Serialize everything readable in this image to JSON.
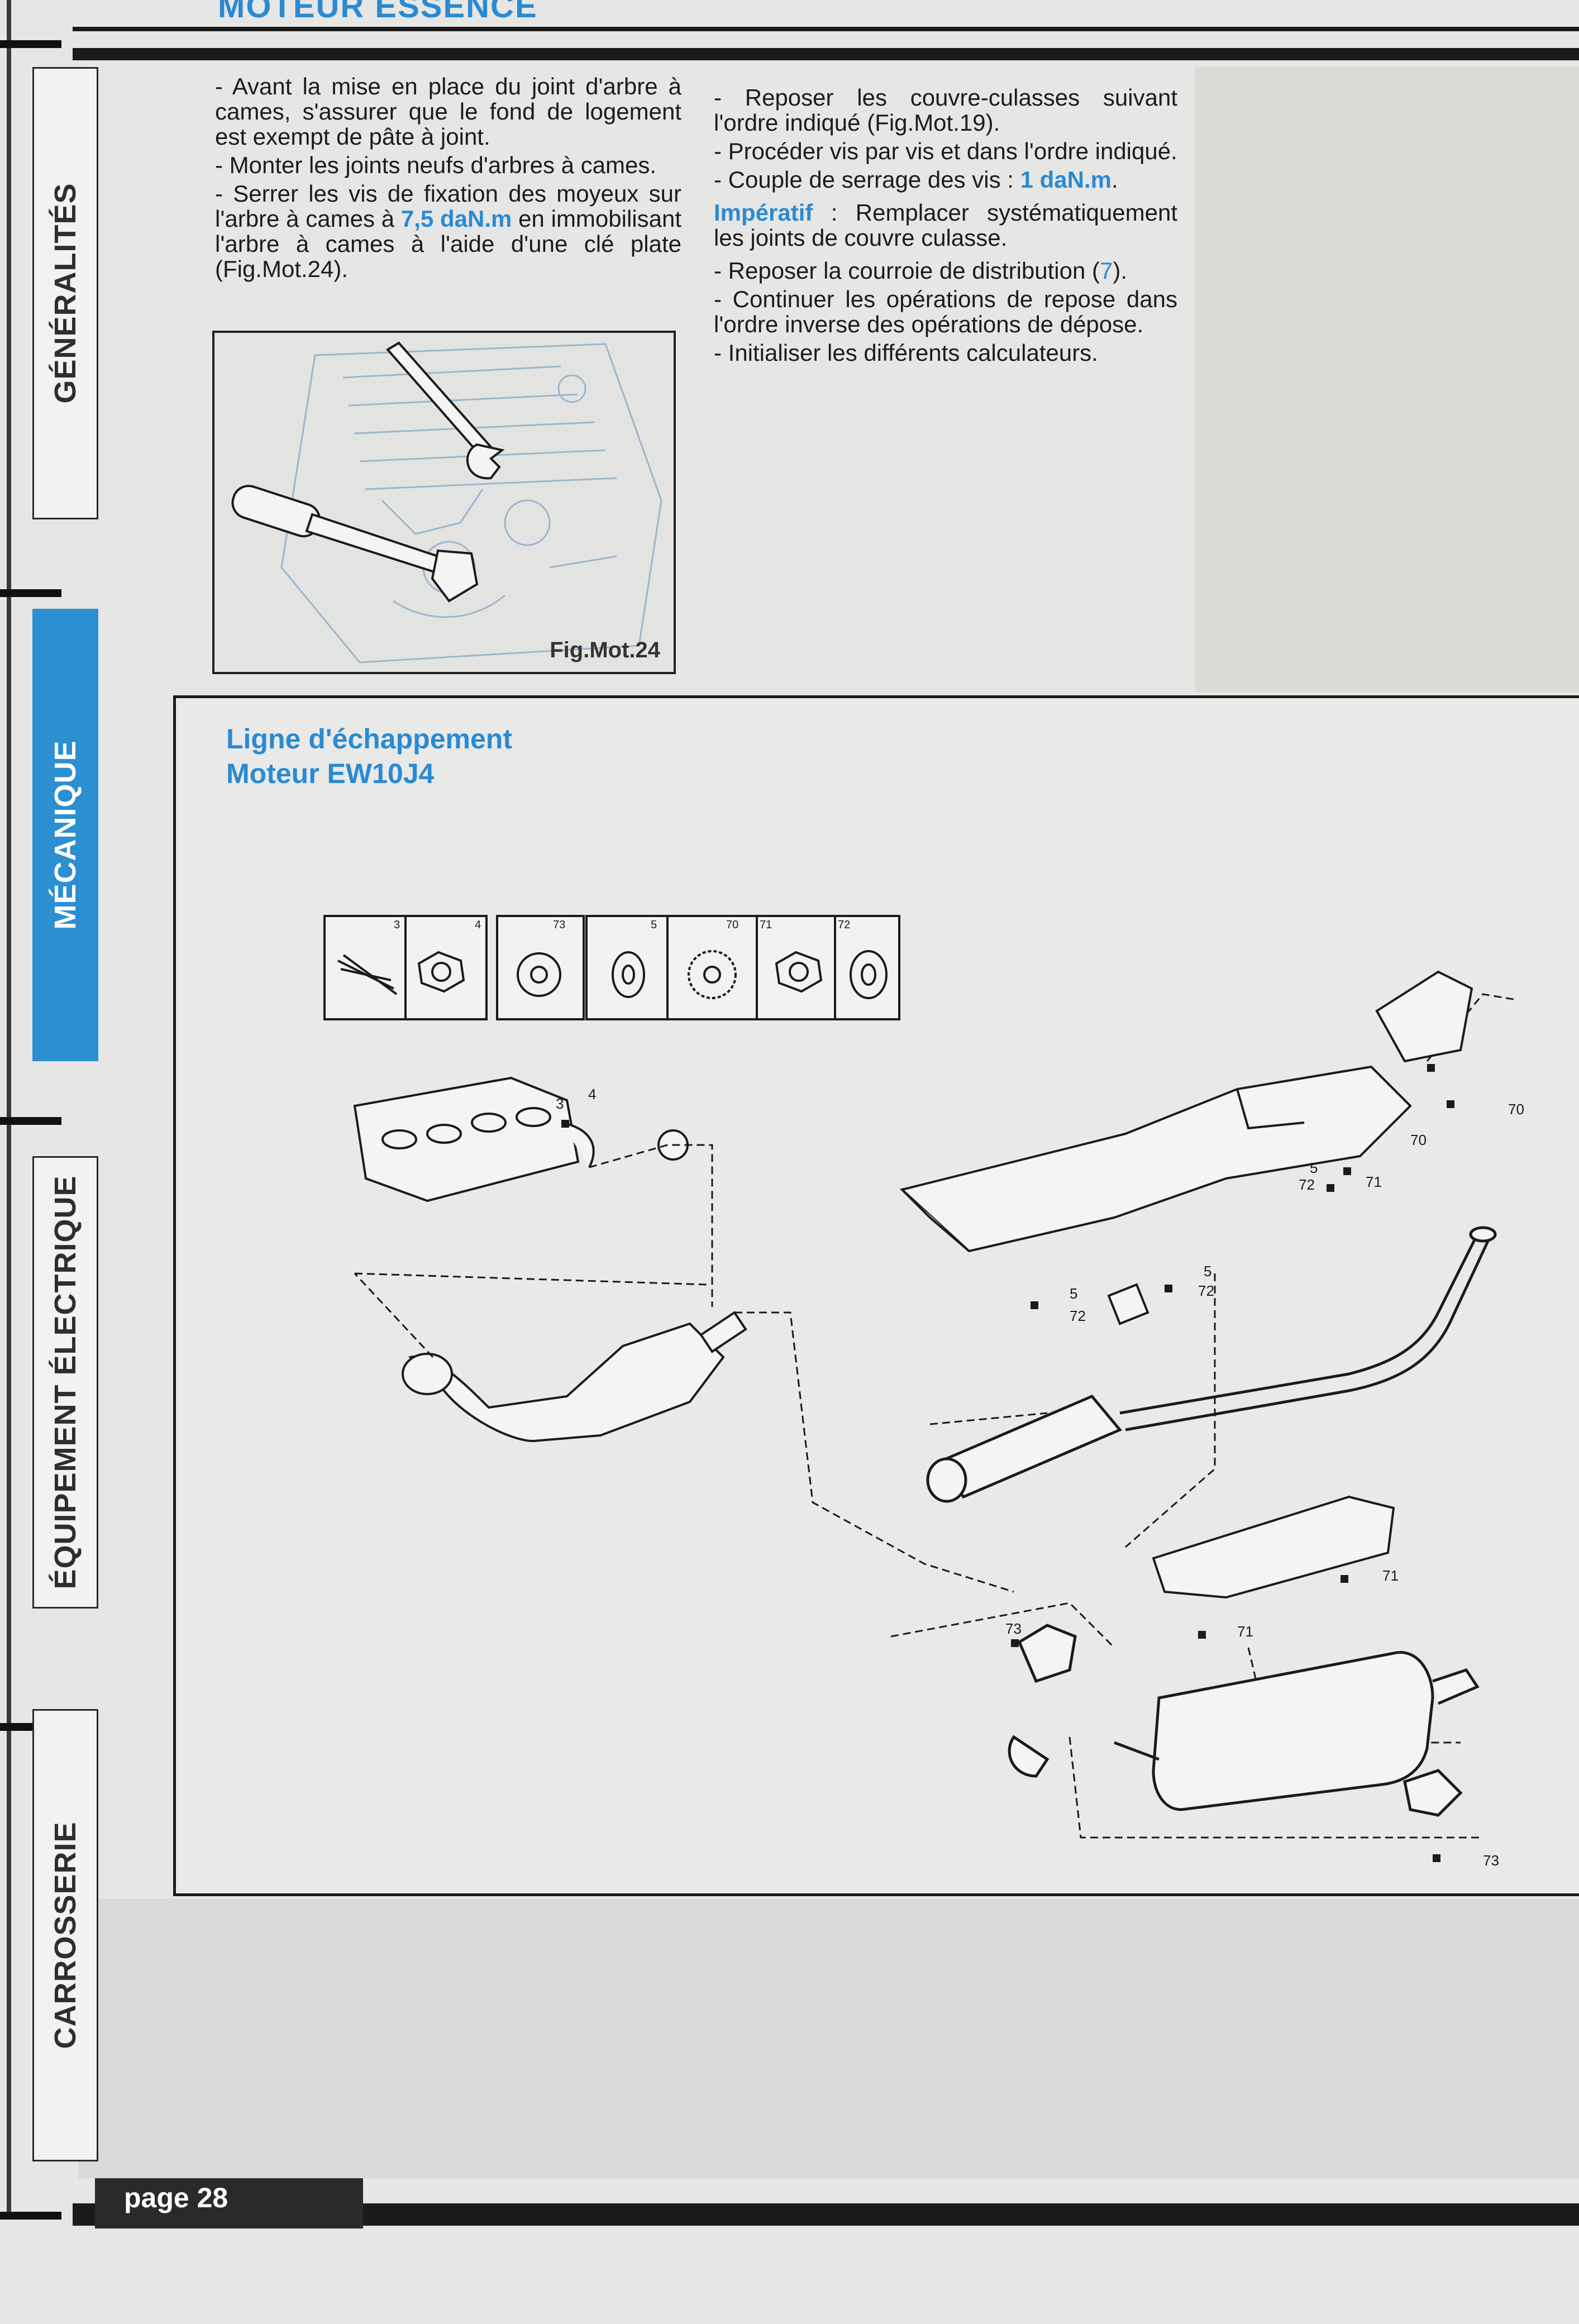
{
  "header": {
    "section_title": "MOTEUR ESSENCE"
  },
  "sidebar": {
    "tabs": [
      {
        "label": "GÉNÉRALITÉS",
        "active": false
      },
      {
        "label": "MÉCANIQUE",
        "active": true
      },
      {
        "label": "ÉQUIPEMENT ÉLECTRIQUE",
        "active": false
      },
      {
        "label": "CARROSSERIE",
        "active": false
      }
    ]
  },
  "left_column": {
    "p1": "- Avant la mise en place du joint d'arbre à cames, s'assurer que le fond de logement est exempt de pâte à joint.",
    "p2": "- Monter les joints neufs d'arbres à cames.",
    "p3a": "- Serrer les vis de fixation des moyeux sur l'arbre à cames à",
    "p3_value": "7,5 daN.m",
    "p3b": "en immobilisant l'arbre à cames à l'aide d'une clé plate (Fig.Mot.24).",
    "figure_caption": "Fig.Mot.24"
  },
  "right_column": {
    "p1": "- Reposer les couvre-culasses suivant l'ordre indiqué (Fig.Mot.19).",
    "p2": "- Procéder vis par vis et dans l'ordre indiqué.",
    "p3a": "- Couple de serrage des vis :",
    "p3_value": "1 daN.m",
    "p3b": ".",
    "imperatif_label": "Impératif",
    "imperatif_text": ": Remplacer systématiquement les joints de couvre culasse.",
    "p4a": "- Reposer la courroie de distribution (",
    "p4_ref": "7",
    "p4b": ").",
    "p5": "- Continuer les opérations de repose dans l'ordre inverse des opérations de dépose.",
    "p6": "- Initialiser les différents calculateurs."
  },
  "diagram": {
    "title_line1": "Ligne d'échappement",
    "title_line2": "Moteur EW10J4",
    "parts_legend": [
      "3",
      "4",
      "73",
      "5",
      "70",
      "71",
      "72"
    ],
    "callouts": [
      "3",
      "4",
      "70",
      "70",
      "5",
      "72",
      "71",
      "5",
      "72",
      "5",
      "72",
      "71",
      "71",
      "73",
      "73"
    ]
  },
  "footer": {
    "page_label": "page 28"
  },
  "colors": {
    "accent": "#2a8ad2",
    "dark": "#1b1b1b"
  }
}
